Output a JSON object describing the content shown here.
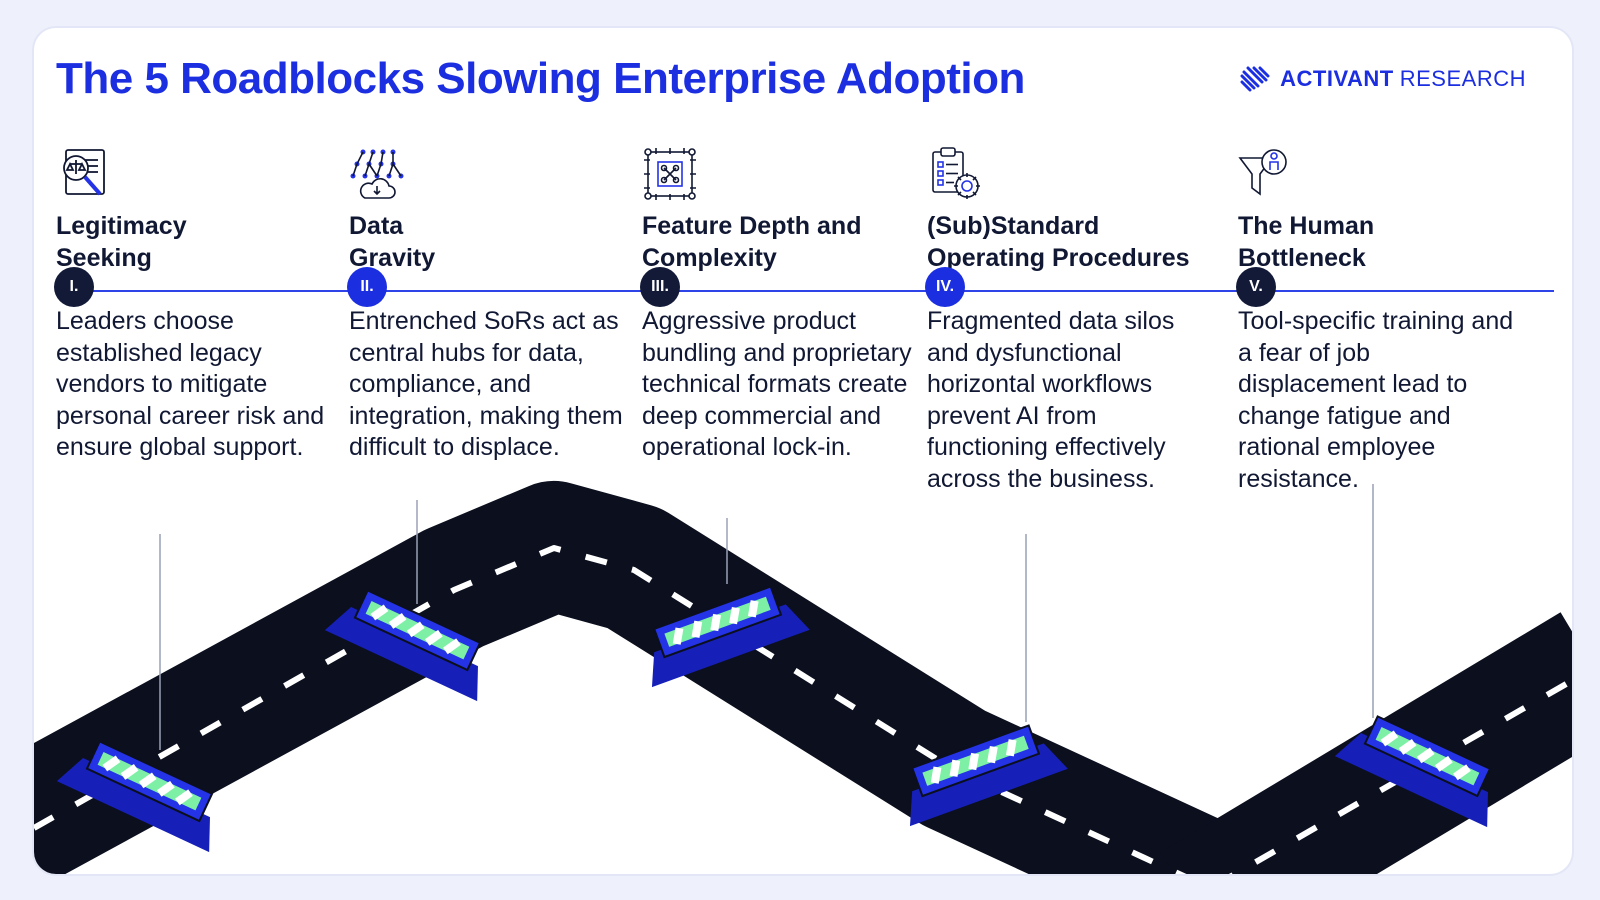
{
  "header": {
    "title": "The 5 Roadblocks Slowing Enterprise Adoption",
    "brand_strong": "ACTIVANT",
    "brand_light": "RESEARCH"
  },
  "colors": {
    "accent": "#1b2ee0",
    "badge_dark": "#121a38",
    "badge_blue": "#1b2ee0",
    "road": "#0b0f1e",
    "barrier": "#2433e6",
    "stripe": "#7ef0a6"
  },
  "steps": [
    {
      "numeral": "I.",
      "title_line1": "Legitimacy",
      "title_line2": "Seeking",
      "description": "Leaders choose established legacy vendors to mitigate personal career risk and ensure global support.",
      "icon": "legal-document-magnifier-icon"
    },
    {
      "numeral": "II.",
      "title_line1": "Data",
      "title_line2": "Gravity",
      "description": "Entrenched SoRs act as central hubs for data, compliance, and integration, making them difficult to displace.",
      "icon": "data-network-cloud-icon"
    },
    {
      "numeral": "III.",
      "title_line1": "Feature Depth and",
      "title_line2": "Complexity",
      "description": "Aggressive product bundling and proprietary technical formats create deep commercial and operational lock-in.",
      "icon": "circuit-chip-icon"
    },
    {
      "numeral": "IV.",
      "title_line1": "(Sub)Standard",
      "title_line2": "Operating Procedures",
      "description": "Fragmented data silos and dysfunctional horizontal workflows prevent AI from functioning effectively across the business.",
      "icon": "clipboard-gear-icon"
    },
    {
      "numeral": "V.",
      "title_line1": "The Human",
      "title_line2": "Bottleneck",
      "description": "Tool-specific training and a fear of job displacement lead to change fatigue and rational employee resistance.",
      "icon": "funnel-person-icon"
    }
  ]
}
